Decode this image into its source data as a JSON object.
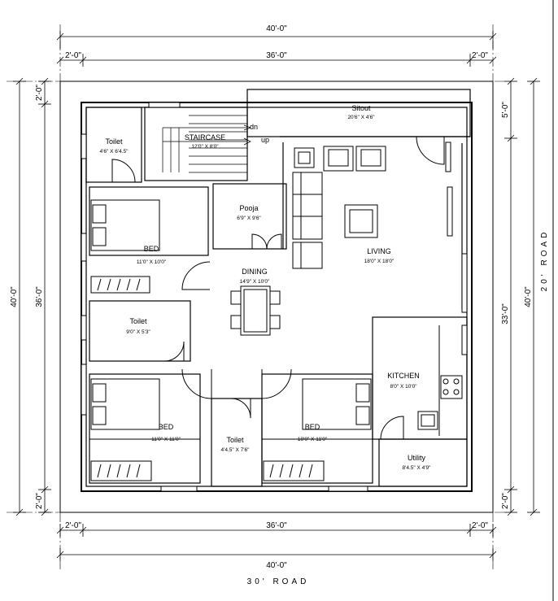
{
  "dimensions": {
    "overall_width": "40'-0\"",
    "inner_width": "36'-0\"",
    "setback": "2'-0\"",
    "overall_depth": "40'-0\"",
    "inner_depth": "36'-0\"",
    "right_top": "5'-0\"",
    "right_mid": "33'-0\""
  },
  "roads": {
    "bottom": "30' ROAD",
    "right": "20' ROAD"
  },
  "rooms": {
    "sitout": {
      "name": "Sitout",
      "size": "20'6\" X 4'6\""
    },
    "staircase": {
      "name": "STAIRCASE",
      "size": "12'0\" X 8'0\"",
      "dn": "dn",
      "up": "up"
    },
    "toilet_top": {
      "name": "Toilet",
      "size": "4'6\" X 6'4.5\""
    },
    "bed_top": {
      "name": "BED",
      "size": "11'0\" X 10'0\""
    },
    "pooja": {
      "name": "Pooja",
      "size": "6'9\" X 9'6\""
    },
    "dining": {
      "name": "DINING",
      "size": "14'9\" X 10'0\""
    },
    "living": {
      "name": "LIVING",
      "size": "18'0\" X 18'0\""
    },
    "toilet_mid": {
      "name": "Toilet",
      "size": "9'0\" X 5'3\""
    },
    "kitchen": {
      "name": "KITCHEN",
      "size": "8'0\" X 10'0\""
    },
    "bed_left": {
      "name": "BED",
      "size": "11'0\" X 11'0\""
    },
    "toilet_bottom": {
      "name": "Toilet",
      "size": "4'4.5\" X 7'6\""
    },
    "bed_right": {
      "name": "BED",
      "size": "10'0\" X 11'0\""
    },
    "utility": {
      "name": "Utility",
      "size": "8'4.5\" X 4'9\""
    }
  }
}
